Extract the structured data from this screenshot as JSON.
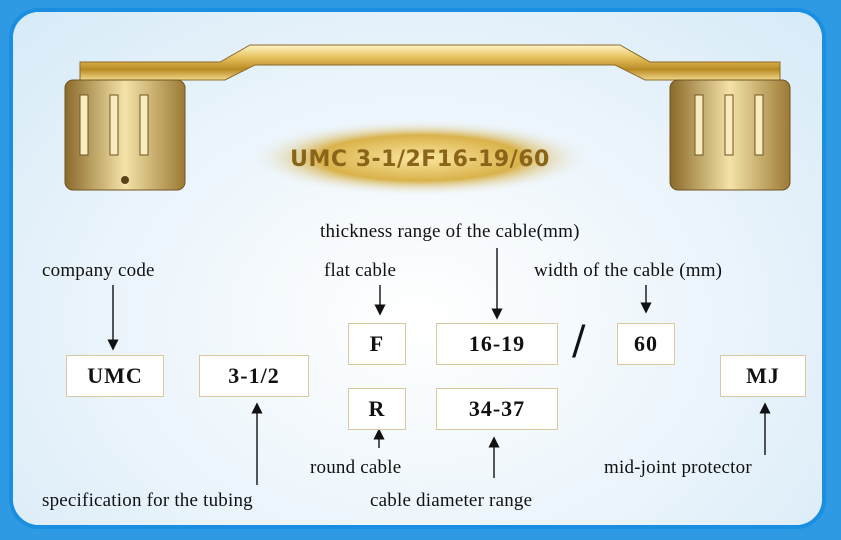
{
  "product": {
    "engraving": "UMC 3-1/2F16-19/60"
  },
  "labels": {
    "thickness_range": "thickness range of the cable(mm)",
    "company_code": "company code",
    "flat_cable": "flat cable",
    "width_of_cable": "width of the cable (mm)",
    "round_cable": "round cable",
    "mid_joint": "mid-joint protector",
    "spec_tubing": "specification for the tubing",
    "cable_diameter": "cable diameter range"
  },
  "codes": {
    "company": "UMC",
    "tubing": "3-1/2",
    "flat": "F",
    "thickness": "16-19",
    "separator": "/",
    "width": "60",
    "round": "R",
    "diameter": "34-37",
    "mid_joint": "MJ"
  },
  "colors": {
    "background": "#2d9ae3",
    "panel_border": "#1a8ee0",
    "gold": "#d9b24a"
  }
}
